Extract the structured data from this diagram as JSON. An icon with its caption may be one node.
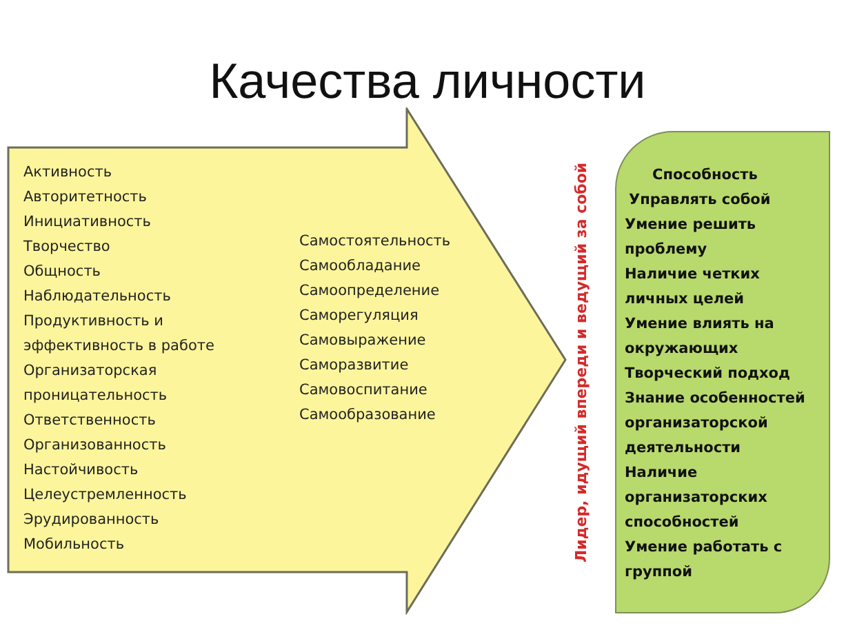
{
  "diagram": {
    "title": "Качества личности",
    "nodes": [
      {
        "text": [
          "Активность",
          "Авторитетность",
          "Инициативность",
          "Творчество",
          "Общность",
          "Наблюдательность",
          "Продуктивность и эффективность в работе",
          "Организаторская проницательность",
          "Ответственность",
          "Организованность",
          "Настойчивость",
          "Целеустремленность",
          "Эрудированность",
          "Мобильность",
          "Самостоятельность",
          "Самообладание",
          "Самоопределение",
          "Саморегуляция",
          "Самовыражение",
          "Саморазвитие",
          "Самовоспитание",
          "Самообразование"
        ]
      },
      {
        "text": [
          "Способность",
          "Управлять собой",
          "Умение решить проблему",
          "Наличие четких личных целей",
          "Умение влиять на окружающих",
          "Творческий подход",
          "Знание особенностей организаторской деятельности",
          "Наличие организаторских способностей",
          "Умение работать с группой"
        ]
      }
    ],
    "labels": [
      "Лидер, идущий впереди и ведущий за собой"
    ]
  }
}
